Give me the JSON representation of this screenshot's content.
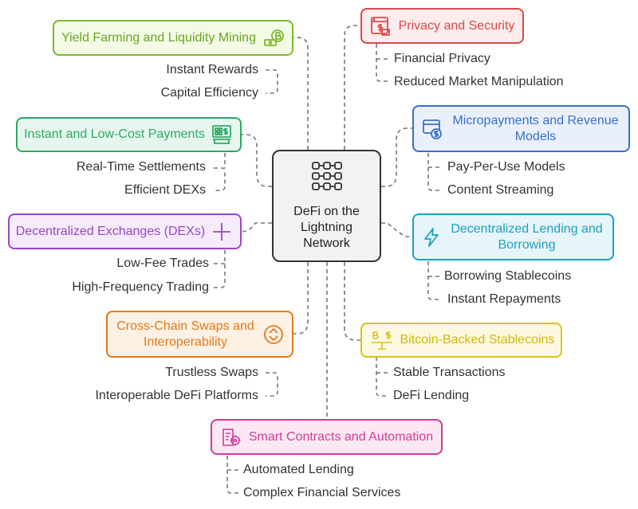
{
  "center": {
    "title": "DeFi on the Lightning Network",
    "icon": "blockchain-grid-icon"
  },
  "colors": {
    "connector": "#777777",
    "yield": "#7cb82f",
    "privacy": "#d94a4a",
    "payments": "#2fa866",
    "micropayments": "#3a6fc9",
    "dex": "#9b45c9",
    "lending": "#1f9fc2",
    "crosschain": "#dd7a1f",
    "stablecoins": "#d9c21a",
    "contracts": "#d23a9a"
  },
  "topics": {
    "yield": {
      "title": "Yield Farming and Liquidity Mining",
      "icon": "bitcoin-cash-icon",
      "subs": [
        "Instant Rewards",
        "Capital Efficiency"
      ]
    },
    "privacy": {
      "title": "Privacy and Security",
      "icon": "secure-payment-window-icon",
      "subs": [
        "Financial Privacy",
        "Reduced Market Manipulation"
      ]
    },
    "payments": {
      "title": "Instant and Low-Cost Payments",
      "icon": "cash-register-icon",
      "subs": [
        "Real-Time Settlements",
        "Efficient DEXs"
      ]
    },
    "micropayments": {
      "title": "Micropayments and Revenue Models",
      "icon": "browser-dollar-icon",
      "subs": [
        "Pay-Per-Use Models",
        "Content Streaming"
      ]
    },
    "dex": {
      "title": "Decentralized Exchanges (DEXs)",
      "icon": "plus-icon",
      "subs": [
        "Low-Fee Trades",
        "High-Frequency Trading"
      ]
    },
    "lending": {
      "title": "Decentralized Lending and Borrowing",
      "icon": "lightning-bolt-icon",
      "subs": [
        "Borrowing Stablecoins",
        "Instant Repayments"
      ]
    },
    "crosschain": {
      "title": "Cross-Chain Swaps and Interoperability",
      "icon": "swap-arrows-icon",
      "subs": [
        "Trustless Swaps",
        "Interoperable DeFi Platforms"
      ]
    },
    "stablecoins": {
      "title": "Bitcoin-Backed Stablecoins",
      "icon": "bitcoin-dollar-scale-icon",
      "subs": [
        "Stable Transactions",
        "DeFi Lending"
      ]
    },
    "contracts": {
      "title": "Smart Contracts and Automation",
      "icon": "contract-automation-icon",
      "subs": [
        "Automated Lending",
        "Complex Financial Services"
      ]
    }
  }
}
